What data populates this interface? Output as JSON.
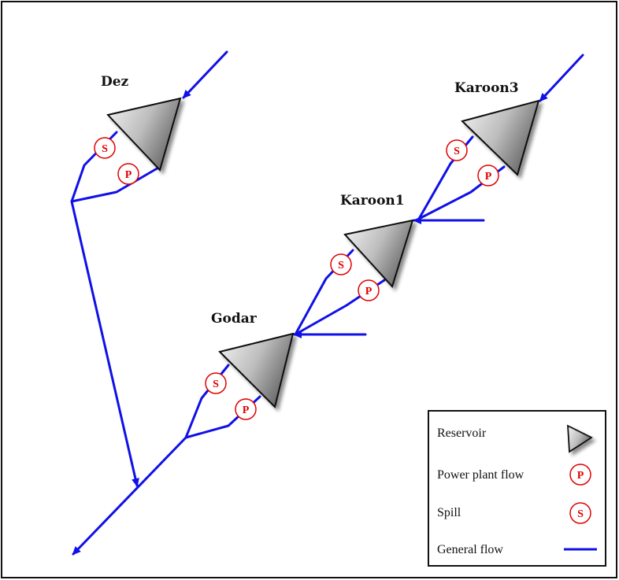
{
  "reservoirs": {
    "dez": {
      "label": "Dez"
    },
    "karoon3": {
      "label": "Karoon3"
    },
    "karoon1": {
      "label": "Karoon1"
    },
    "godar": {
      "label": "Godar"
    }
  },
  "badges": {
    "spill": "S",
    "power": "P"
  },
  "legend": {
    "reservoir": "Reservoir",
    "power_plant_flow": "Power plant flow",
    "spill": "Spill",
    "general_flow": "General flow"
  },
  "colors": {
    "flow": "#1010e8",
    "badge": "#e00000",
    "reservoir_dark": "#555555",
    "reservoir_light": "#f2f2f2"
  }
}
